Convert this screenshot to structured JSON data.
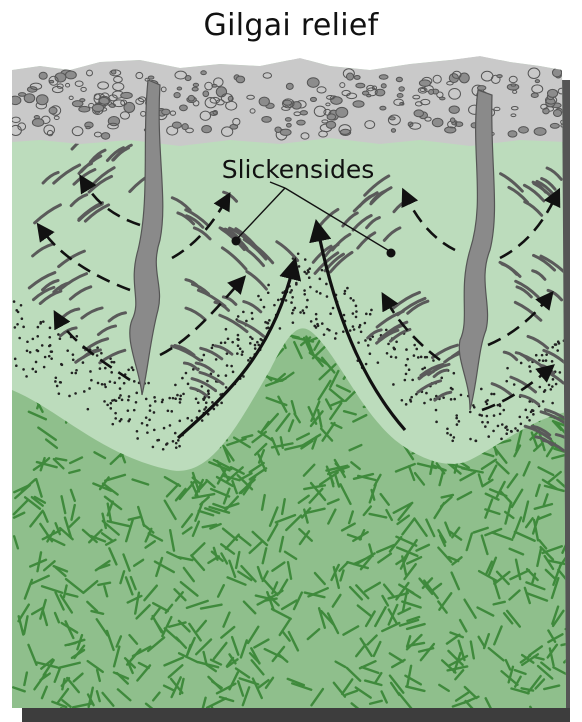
{
  "title": "Gilgai relief",
  "labels": {
    "slickensides": "Slickensides"
  },
  "colors": {
    "surface_gray": "#c9c9c9",
    "upper_green": "#bcdcbc",
    "lower_green": "#8fbf8c",
    "dash_green": "#3f8a3c",
    "streak_gray": "#5a5a5a",
    "crack_fill": "#8a8a8a",
    "base_shadow": "#3d3d3d"
  },
  "features": [
    "surface-rubble-layer",
    "upper-soil-layer",
    "lower-soil-layer",
    "vertical-cracks",
    "slickenside-streaks",
    "movement-arrows",
    "dotted-transition-zone"
  ]
}
